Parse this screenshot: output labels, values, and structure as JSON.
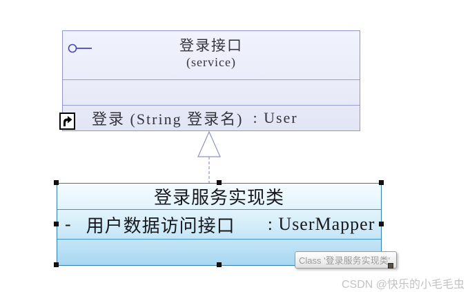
{
  "interface_box": {
    "title": "登录接口",
    "stereotype": "(service)",
    "method": {
      "signature": "登录 (String 登录名)",
      "return_type": ": User"
    },
    "colors": {
      "background": "#eaecf9",
      "border": "#9295cc",
      "text": "#34343c",
      "lollipop": "#4646b6"
    }
  },
  "class_box": {
    "title": "登录服务实现类",
    "attribute": {
      "visibility": "-",
      "name": "用户数据访问接口",
      "type": ": UserMapper"
    },
    "colors": {
      "border": "#2e7cb0",
      "divider": "#3f93c8",
      "gradient_top": "#f4fcff",
      "gradient_bottom": "#a8d7f1",
      "text": "#17191d"
    },
    "selected": true
  },
  "relationship": {
    "type": "realization",
    "style": "dashed line with hollow triangle arrowhead",
    "color": "#8f92c8"
  },
  "tooltip": {
    "text": "Class '登录服务实现类'",
    "text_color": "#9a9a9a"
  },
  "watermark": {
    "text": "CSDN @快乐的小毛毛虫",
    "color": "#c3c3c3"
  }
}
